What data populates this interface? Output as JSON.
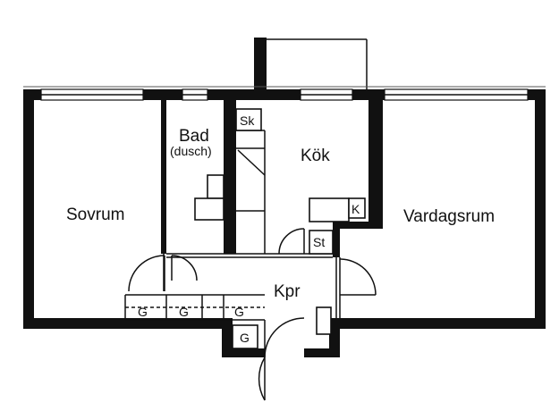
{
  "plan": {
    "rooms": {
      "sovrum": "Sovrum",
      "bad": "Bad",
      "bad_sub": "(dusch)",
      "kok": "Kök",
      "vardagsrum": "Vardagsrum",
      "kpr": "Kpr"
    },
    "fixtures": {
      "sk": "Sk",
      "k": "K",
      "st": "St",
      "g": "G"
    }
  }
}
